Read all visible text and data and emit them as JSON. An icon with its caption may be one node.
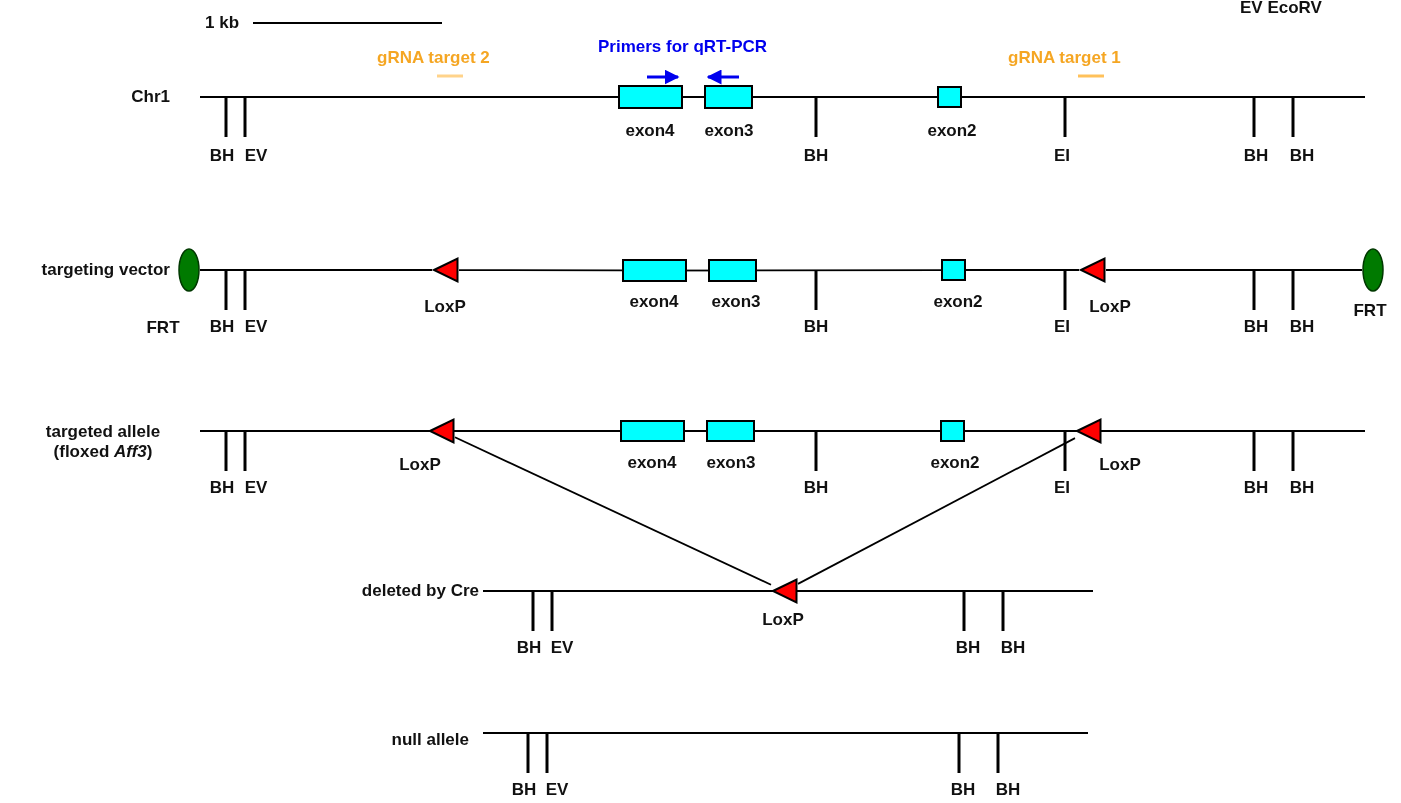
{
  "diagram": {
    "nodes": [
      {
        "text": [
          "exon4"
        ]
      },
      {
        "text": [
          "exon3"
        ]
      },
      {
        "text": [
          "exon2"
        ]
      },
      {
        "text": [
          "FRT"
        ]
      },
      {
        "text": [
          "LoxP"
        ]
      },
      {
        "text": [
          "exon4"
        ]
      },
      {
        "text": [
          "exon3"
        ]
      },
      {
        "text": [
          "exon2"
        ]
      },
      {
        "text": [
          "LoxP"
        ]
      },
      {
        "text": [
          "FRT"
        ]
      },
      {
        "text": [
          "LoxP"
        ]
      },
      {
        "text": [
          "exon4"
        ]
      },
      {
        "text": [
          "exon3"
        ]
      },
      {
        "text": [
          "exon2"
        ]
      },
      {
        "text": [
          "LoxP"
        ]
      },
      {
        "text": [
          "LoxP"
        ]
      }
    ],
    "edges": [
      {
        "from": 3,
        "to": 4,
        "arrow": "none"
      },
      {
        "from": 4,
        "to": 5,
        "arrow": "none"
      },
      {
        "from": 5,
        "to": 6,
        "arrow": "none"
      },
      {
        "from": 6,
        "to": 7,
        "arrow": "none"
      },
      {
        "from": 7,
        "to": 8,
        "arrow": "none"
      },
      {
        "from": 8,
        "to": 9,
        "arrow": "none"
      },
      {
        "from": 10,
        "to": 15,
        "arrow": "none"
      },
      {
        "from": 14,
        "to": 15,
        "arrow": "none"
      }
    ],
    "labels": [
      "1 kb",
      "EV EcoRV",
      "gRNA target 2",
      "Primers for qRT-PCR",
      "gRNA target 1",
      "Chr1",
      "BH",
      "EV",
      "BH",
      "EI",
      "BH",
      "BH",
      "targeting vector",
      "BH",
      "EV",
      "BH",
      "EI",
      "BH",
      "BH",
      "targeted allele (floxed *Aff3*)",
      "BH",
      "EV",
      "BH",
      "EI",
      "BH",
      "BH",
      "deleted by Cre",
      "BH",
      "EV",
      "BH",
      "BH",
      "null allele",
      "BH",
      "EV",
      "BH",
      "BH"
    ]
  }
}
